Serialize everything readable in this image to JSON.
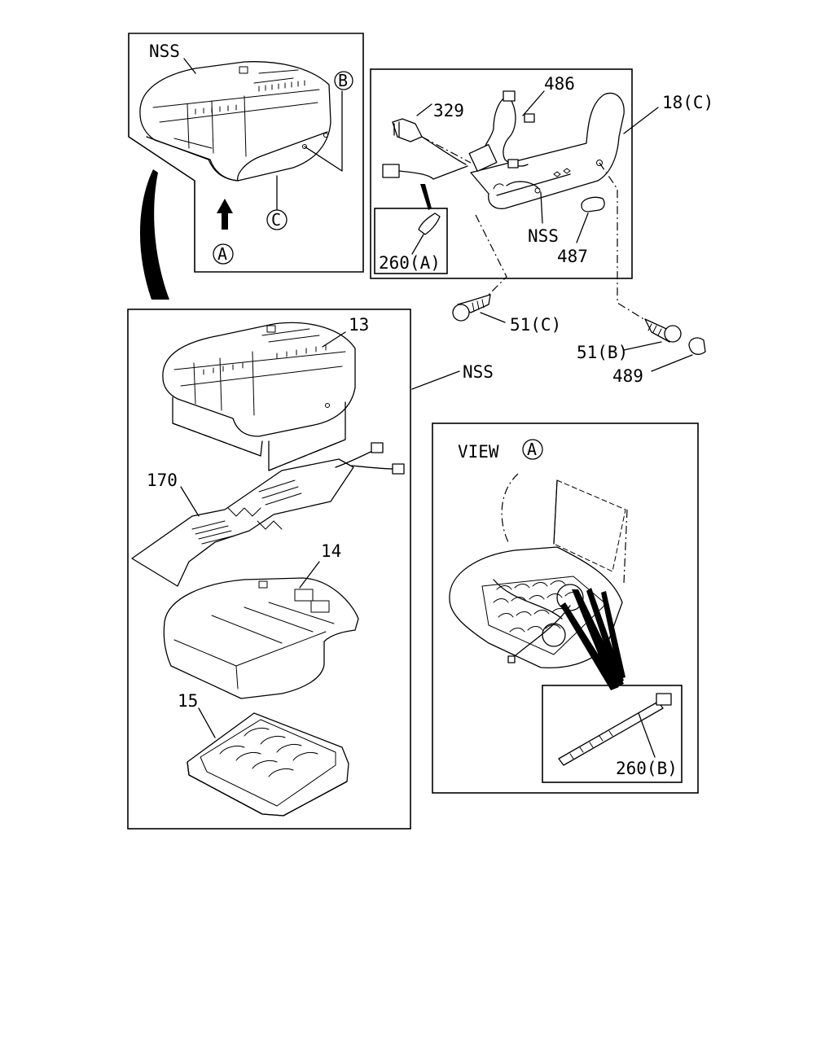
{
  "labels": {
    "nss_top": "NSS",
    "circle_b": "B",
    "circle_c": "C",
    "circle_a": "A",
    "part_329": "329",
    "part_486": "486",
    "part_18c": "18(C)",
    "part_260a": "260(A)",
    "nss_bracket": "NSS",
    "part_487": "487",
    "part_51c": "51(C)",
    "part_51b": "51(B)",
    "part_489": "489",
    "part_13": "13",
    "nss_main": "NSS",
    "part_170": "170",
    "part_14": "14",
    "part_15": "15",
    "view_text": "VIEW",
    "view_circle": "A",
    "part_260b": "260(B)"
  }
}
